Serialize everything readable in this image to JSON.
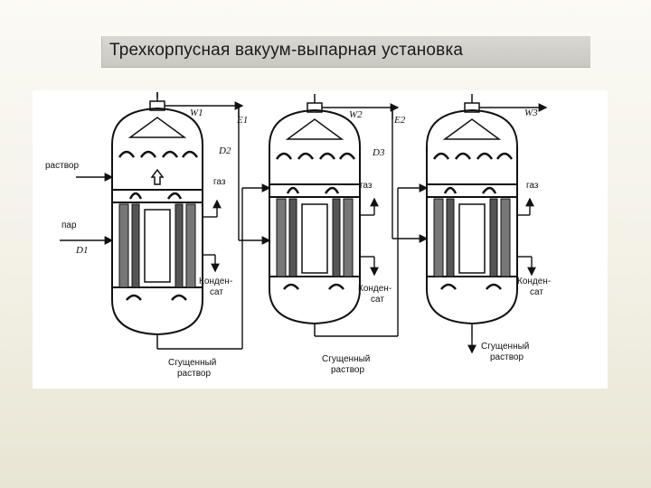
{
  "title": "Трехкорпусная вакуум-выпарная установка",
  "labels": {
    "solution": "раствор",
    "steam": "пар",
    "D1": "D1",
    "W1": "W1",
    "W2": "W2",
    "W3": "W3",
    "E1": "E1",
    "E2": "E2",
    "D2": "D2",
    "D3": "D3",
    "gas1": "газ",
    "gas2": "газ",
    "gas3": "газ",
    "cond1_a": "Конден-",
    "cond1_b": "сат",
    "cond2_a": "Конден-",
    "cond2_b": "сат",
    "cond3_a": "Конден-",
    "cond3_b": "сат",
    "conc1_a": "Сгущенный",
    "conc1_b": "раствор",
    "conc2_a": "Сгущенный",
    "conc2_b": "раствор",
    "conc3_a": "Сгущенный",
    "conc3_b": "раствор"
  }
}
